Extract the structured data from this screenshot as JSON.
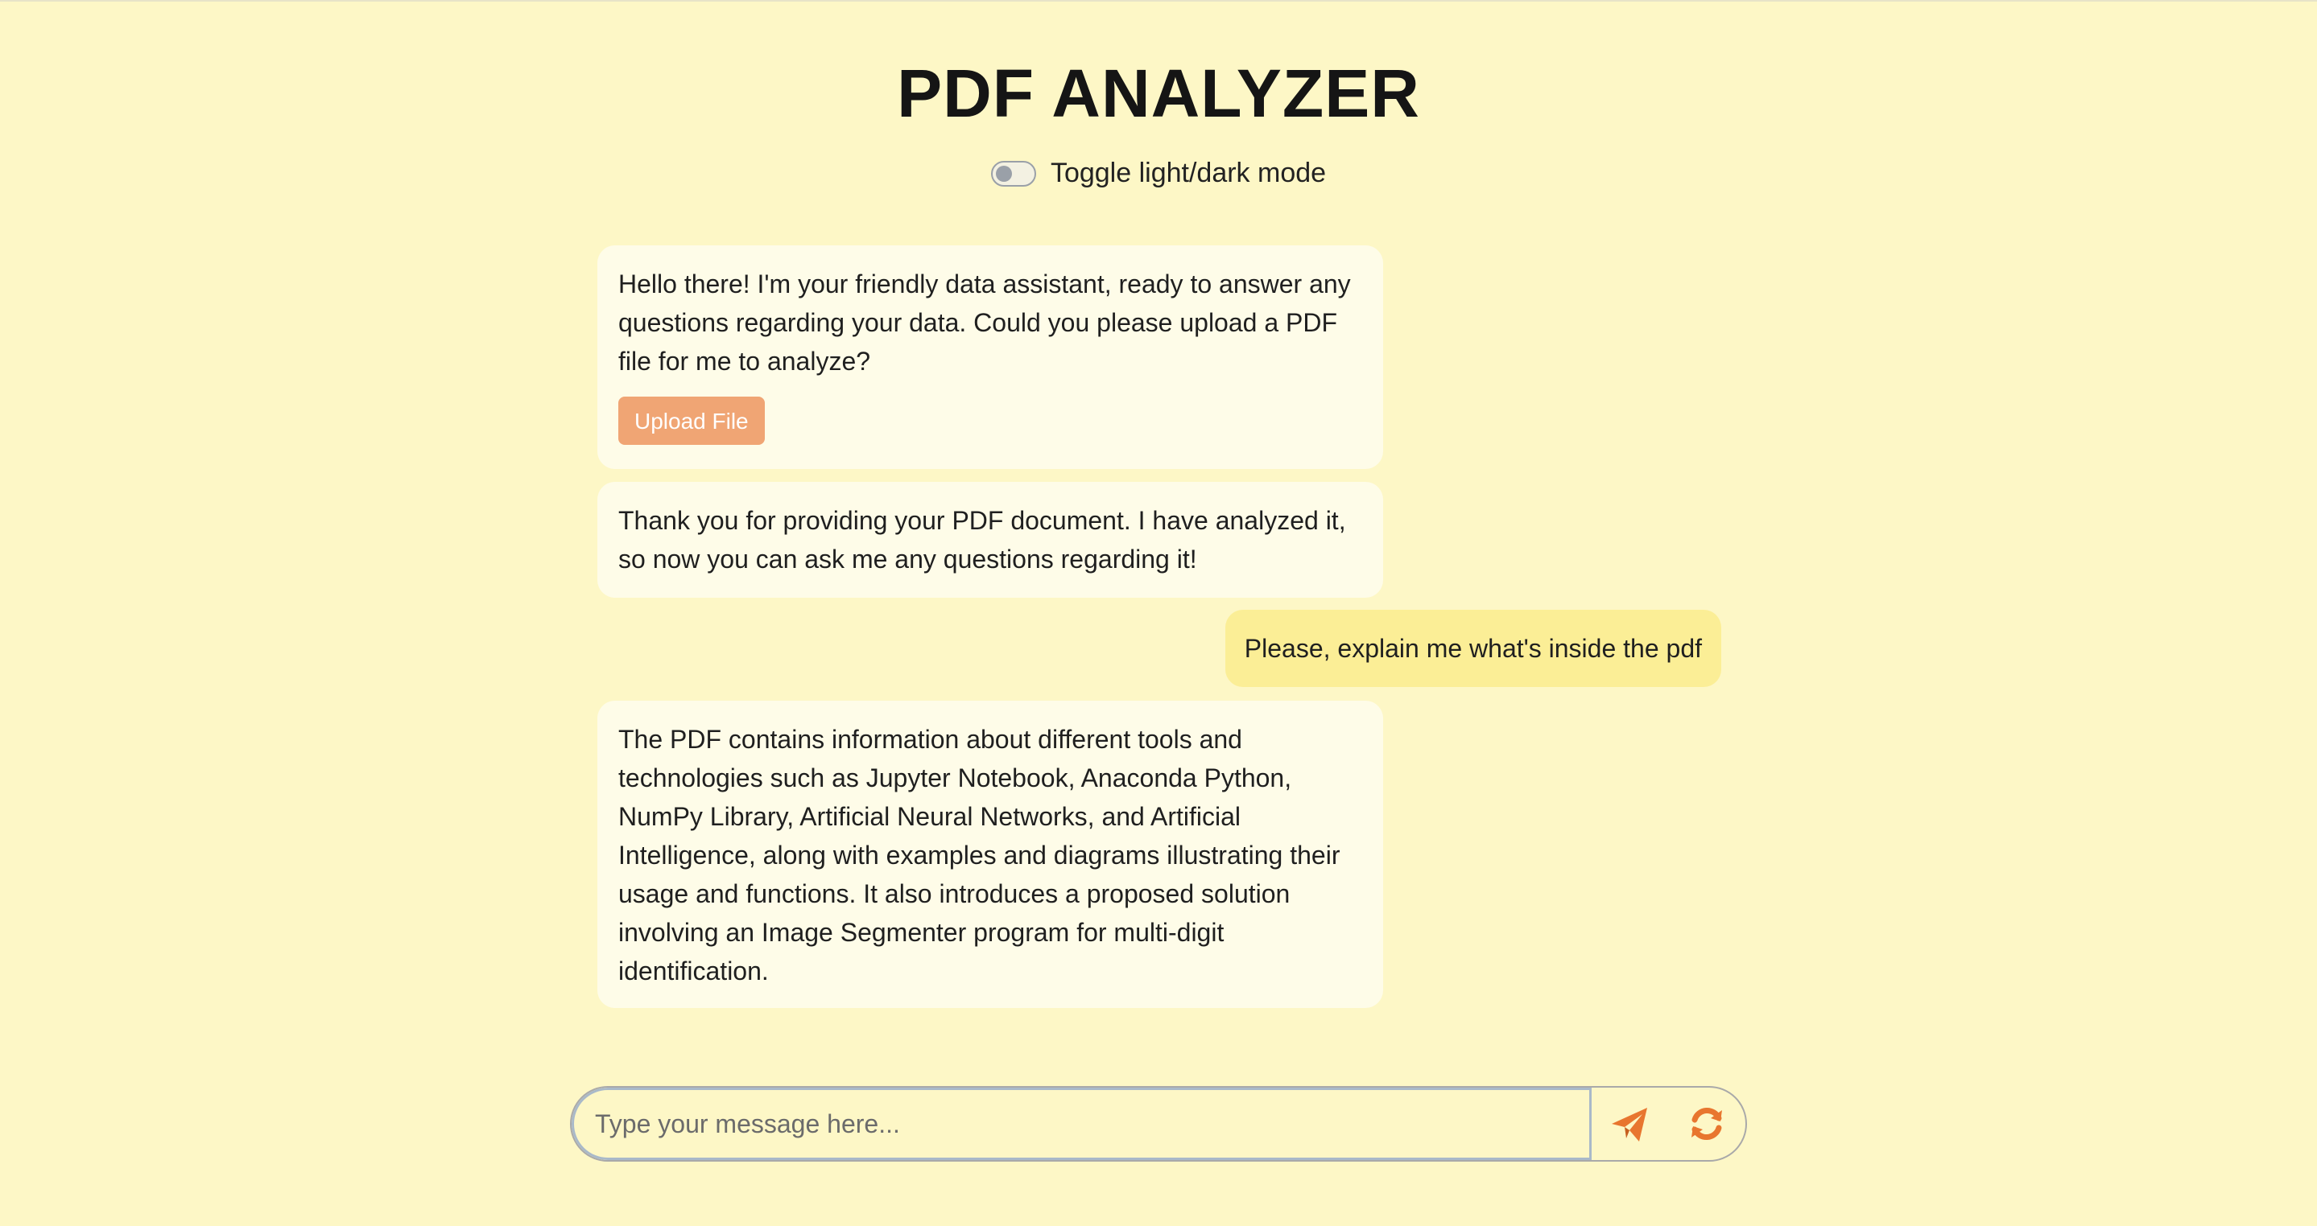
{
  "header": {
    "title": "PDF ANALYZER",
    "toggle_label": "Toggle light/dark mode"
  },
  "messages": [
    {
      "role": "assistant",
      "text": "Hello there! I'm your friendly data assistant, ready to answer any questions regarding your data. Could you please upload a PDF file for me to analyze?",
      "button_label": "Upload File"
    },
    {
      "role": "assistant",
      "text": "Thank you for providing your PDF document. I have analyzed it, so now you can ask me any questions regarding it!"
    },
    {
      "role": "user",
      "text": "Please, explain me what's inside the pdf"
    },
    {
      "role": "assistant",
      "text": "The PDF contains information about different tools and technologies such as Jupyter Notebook, Anaconda Python, NumPy Library, Artificial Neural Networks, and Artificial Intelligence, along with examples and diagrams illustrating their usage and functions. It also introduces a proposed solution involving an Image Segmenter program for multi-digit identification."
    }
  ],
  "composer": {
    "placeholder": "Type your message here...",
    "send_icon": "send-icon",
    "refresh_icon": "refresh-icon"
  },
  "colors": {
    "background": "#fdf7c6",
    "assistant_bubble": "#fefce8",
    "user_bubble": "#fbee96",
    "accent": "#f0a574",
    "icon": "#e8762f"
  }
}
